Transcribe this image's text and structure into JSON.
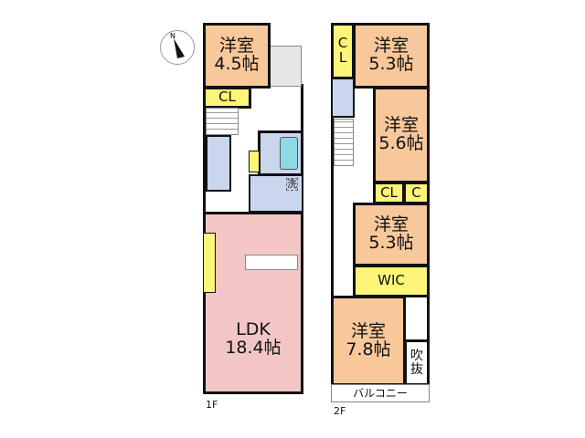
{
  "compass": {
    "north_label": "N"
  },
  "floor1": {
    "label": "1F",
    "rooms": {
      "western_room": {
        "name": "洋室",
        "size": "4.5帖"
      },
      "closet": "CL",
      "ldk": {
        "name": "LDK",
        "size": "18.4帖"
      },
      "washroom": "洗"
    }
  },
  "floor2": {
    "label": "2F",
    "rooms": {
      "closet_top": "C\nL",
      "western_room_a": {
        "name": "洋室",
        "size": "5.3帖"
      },
      "western_room_b": {
        "name": "洋室",
        "size": "5.6帖"
      },
      "closet_mid": "CL",
      "closet_small": "C",
      "western_room_c": {
        "name": "洋室",
        "size": "5.3帖"
      },
      "wic": "WIC",
      "western_room_d": {
        "name": "洋室",
        "size": "7.8帖"
      },
      "atrium": "吹\n抜",
      "balcony": "バルコニー"
    }
  },
  "colors": {
    "western_room": "#f8c89b",
    "ldk": "#f3c6c6",
    "closet": "#fbf57a",
    "wet_area": "#c9d6ee"
  }
}
